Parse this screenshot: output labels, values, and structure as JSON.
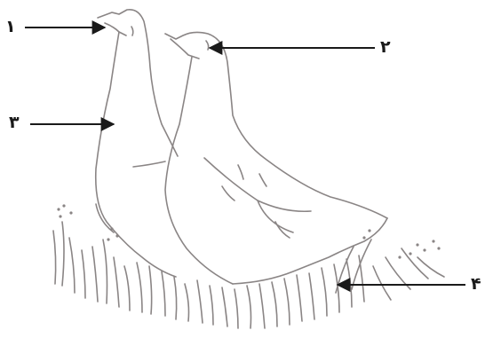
{
  "labels": {
    "label_1": "۱",
    "label_2": "۲",
    "label_3": "۳",
    "label_4": "۴"
  },
  "colors": {
    "background": "#ffffff",
    "pencil": "#8a8585",
    "arrow": "#1a1a1a"
  }
}
